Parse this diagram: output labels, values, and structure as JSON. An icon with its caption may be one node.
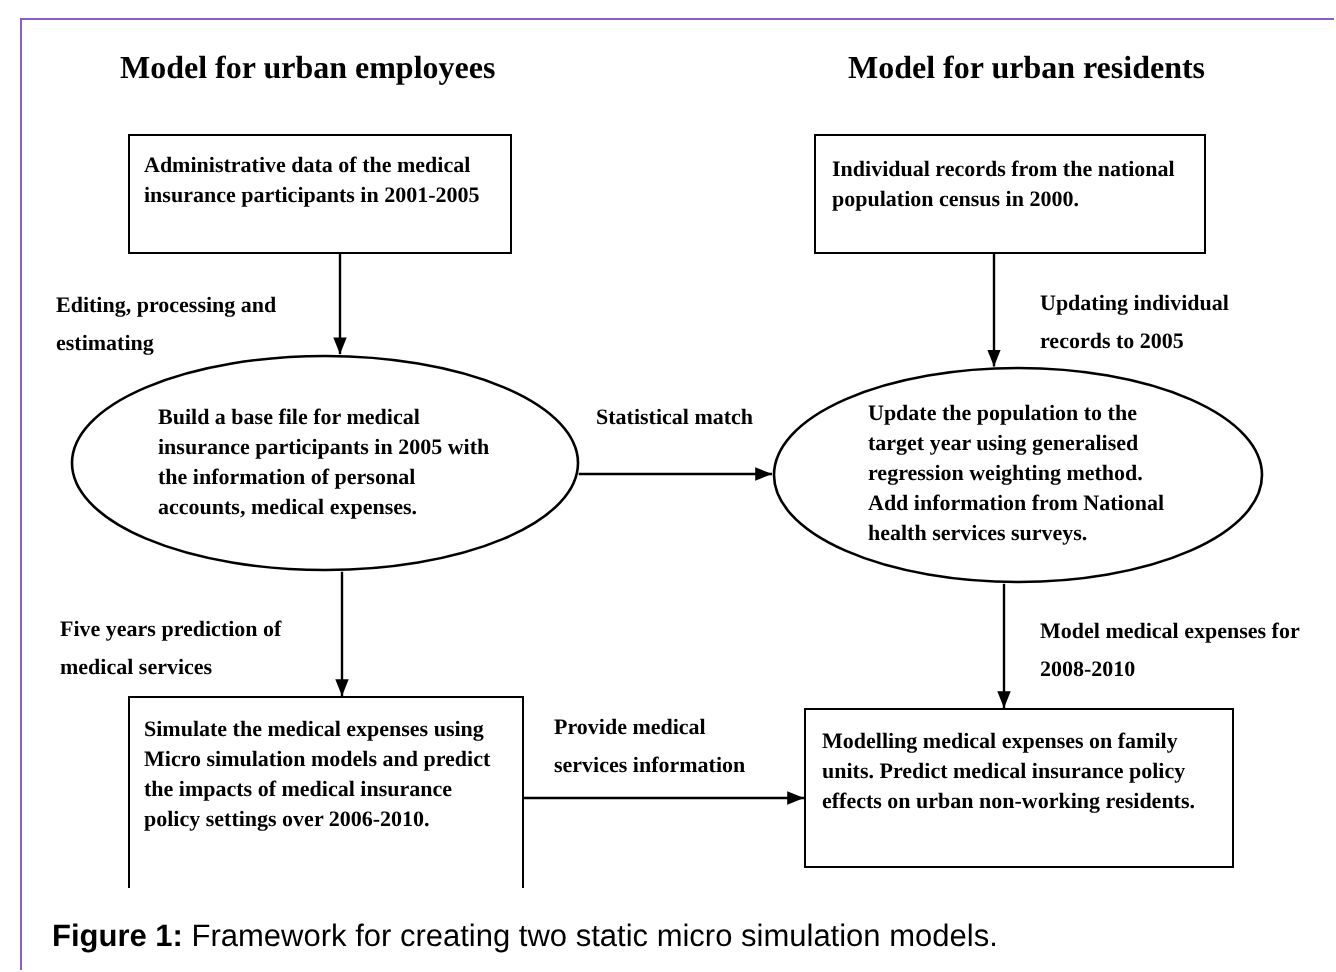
{
  "diagram": {
    "caption": "**Figure 1:** Framework for creating two static micro simulation models.",
    "labels": [
      "Model for urban employees",
      "Model for urban residents"
    ],
    "nodes": [
      {
        "text": [
          "Administrative data of the medical insurance participants in 2001-2005"
        ]
      },
      {
        "text": [
          "Individual records from the national population census in 2000."
        ]
      },
      {
        "text": [
          "Build a base file for medical insurance participants in 2005 with the information of personal accounts, medical expenses."
        ]
      },
      {
        "text": [
          "Update the population to the target year using generalised regression weighting method. Add information from National health services surveys."
        ]
      },
      {
        "text": [
          "Simulate the medical expenses using Micro simulation models and predict the impacts of medical insurance policy settings over 2006-2010."
        ]
      },
      {
        "text": [
          "Modelling medical expenses on family units. Predict medical insurance policy effects on urban non-working residents."
        ]
      }
    ],
    "edges": [
      {
        "from": 0,
        "to": 2,
        "arrow": "to",
        "label": "Editing, processing and estimating"
      },
      {
        "from": 1,
        "to": 3,
        "arrow": "to",
        "label": "Updating individual records to 2005"
      },
      {
        "from": 2,
        "to": 3,
        "arrow": "to",
        "label": "Statistical match"
      },
      {
        "from": 2,
        "to": 4,
        "arrow": "to",
        "label": "Five years prediction of medical services"
      },
      {
        "from": 3,
        "to": 5,
        "arrow": "to",
        "label": "Model medical expenses for 2008-2010"
      },
      {
        "from": 4,
        "to": 5,
        "arrow": "to",
        "label": "Provide medical services information"
      }
    ]
  }
}
